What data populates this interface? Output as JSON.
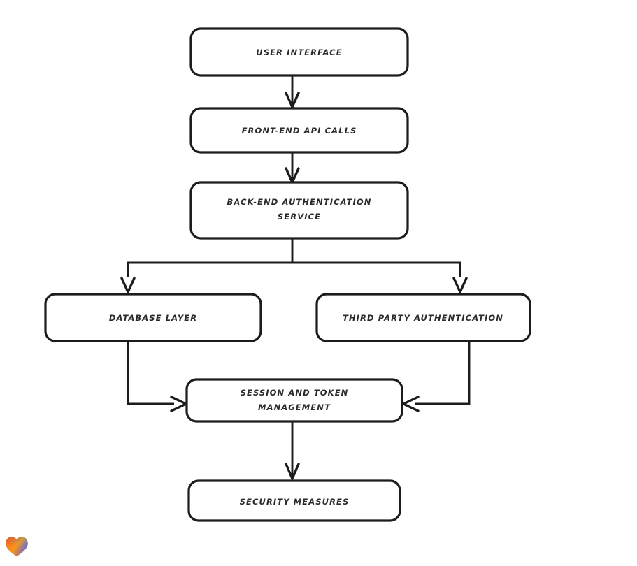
{
  "diagram": {
    "type": "flowchart",
    "orientation": "top-to-bottom",
    "background_color": "#ffffff",
    "stroke_color": "#1c1c1c",
    "text_color": "#2a2a2a",
    "node_fill": "#ffffff",
    "nodes": [
      {
        "id": "user-interface",
        "label": "USER INTERFACE",
        "lines": [
          "USER INTERFACE"
        ]
      },
      {
        "id": "front-end-api-calls",
        "label": "FRONT-END API CALLS",
        "lines": [
          "FRONT-END API CALLS"
        ]
      },
      {
        "id": "back-end-authentication-service",
        "label": "BACK-END AUTHENTICATION SERVICE",
        "lines": [
          "BACK-END AUTHENTICATION",
          "SERVICE"
        ]
      },
      {
        "id": "database-layer",
        "label": "DATABASE LAYER",
        "lines": [
          "DATABASE LAYER"
        ]
      },
      {
        "id": "third-party-authentication",
        "label": "THIRD PARTY AUTHENTICATION",
        "lines": [
          "THIRD PARTY AUTHENTICATION"
        ]
      },
      {
        "id": "session-and-token-management",
        "label": "SESSION AND TOKEN MANAGEMENT",
        "lines": [
          "SESSION AND TOKEN",
          "MANAGEMENT"
        ]
      },
      {
        "id": "security-measures",
        "label": "SECURITY MEASURES",
        "lines": [
          "SECURITY MEASURES"
        ]
      }
    ],
    "edges": [
      {
        "from": "user-interface",
        "to": "front-end-api-calls",
        "direction": "down"
      },
      {
        "from": "front-end-api-calls",
        "to": "back-end-authentication-service",
        "direction": "down"
      },
      {
        "from": "back-end-authentication-service",
        "to": "database-layer",
        "direction": "down"
      },
      {
        "from": "back-end-authentication-service",
        "to": "third-party-authentication",
        "direction": "down"
      },
      {
        "from": "database-layer",
        "to": "session-and-token-management",
        "direction": "right"
      },
      {
        "from": "third-party-authentication",
        "to": "session-and-token-management",
        "direction": "left"
      },
      {
        "from": "session-and-token-management",
        "to": "security-measures",
        "direction": "down"
      }
    ]
  },
  "badge": {
    "icon": "heart-icon",
    "gradient_from": "#e5342a",
    "gradient_mid": "#f38a1c",
    "gradient_to": "#2b7fe0"
  }
}
